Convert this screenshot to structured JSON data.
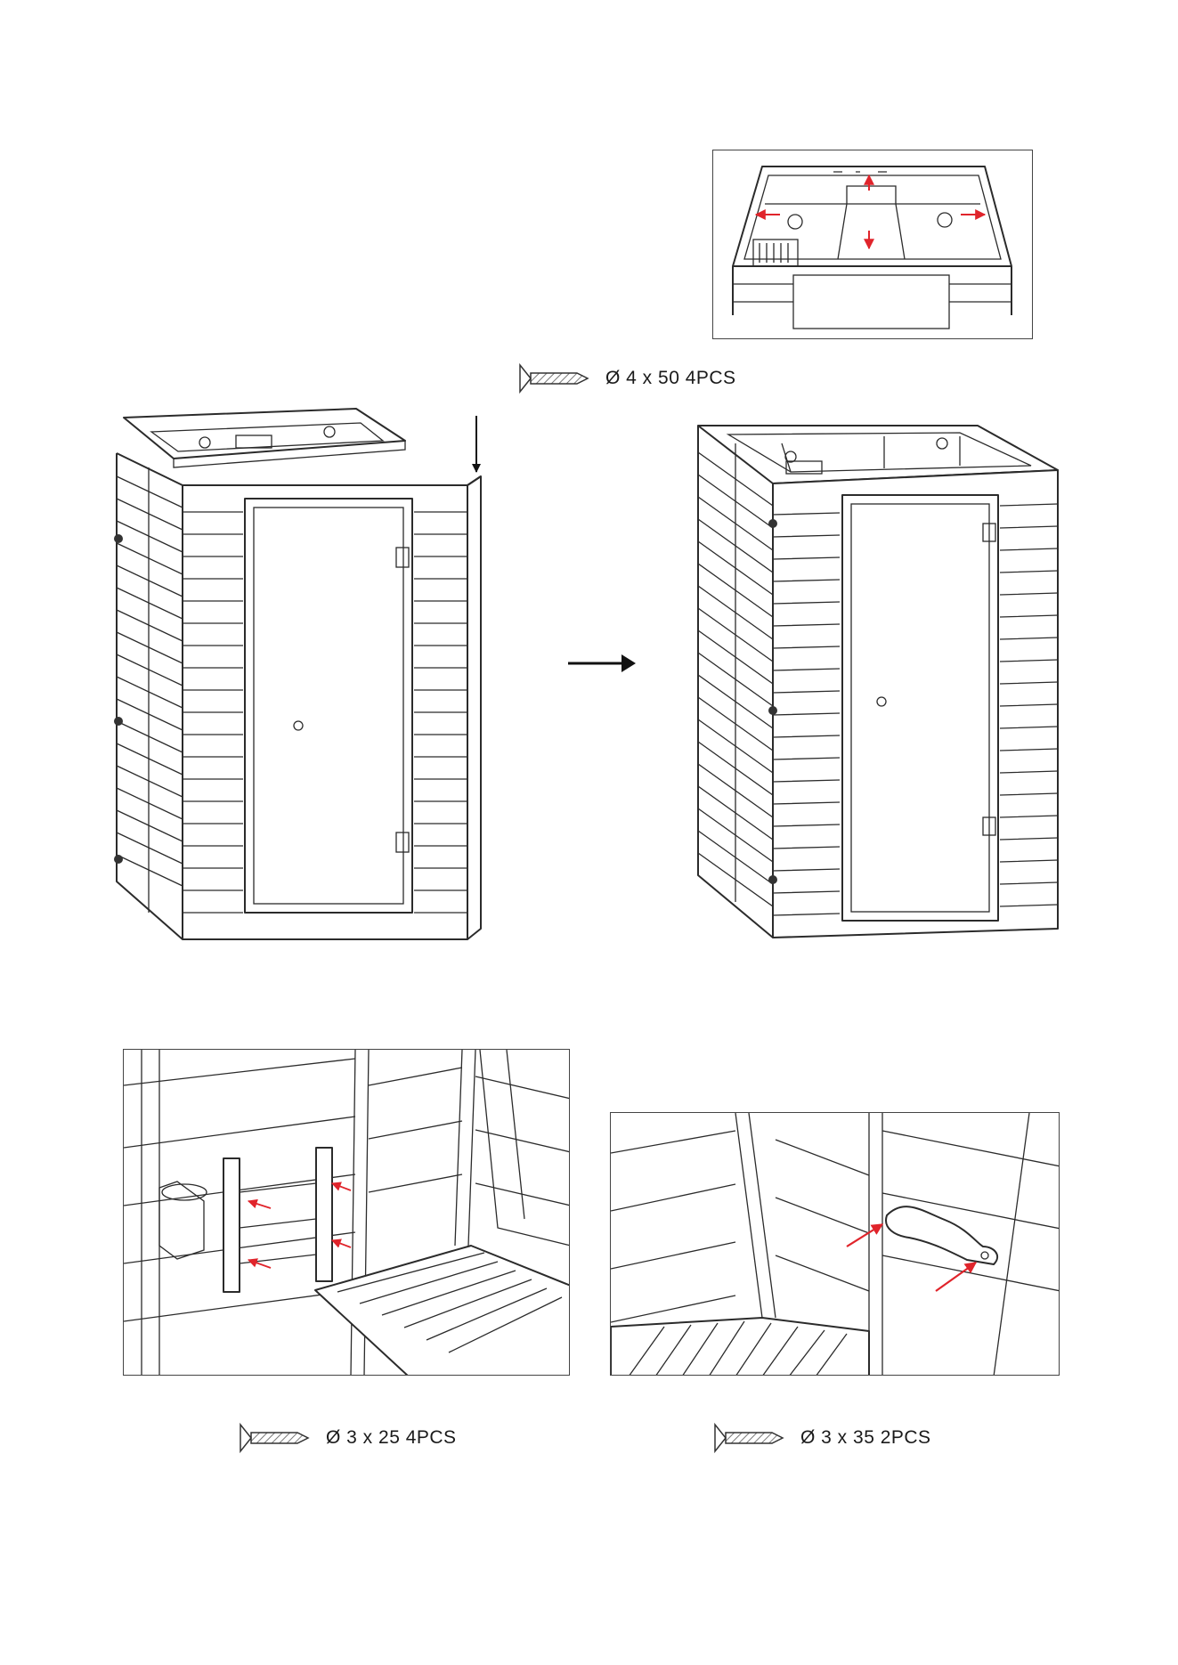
{
  "screws": {
    "roof": {
      "label": "Ø 4 x 50  4PCS"
    },
    "towel_rack": {
      "label": "Ø 3 x 25  4PCS"
    },
    "handle": {
      "label": "Ø 3 x 35  2PCS"
    }
  },
  "colors": {
    "line": "#2b2b2b",
    "arrow": "#e0242b",
    "hatch": "#888888"
  },
  "icons": [
    "screw-icon",
    "red-arrow-icon",
    "step-arrow-icon",
    "down-arrow-icon"
  ]
}
